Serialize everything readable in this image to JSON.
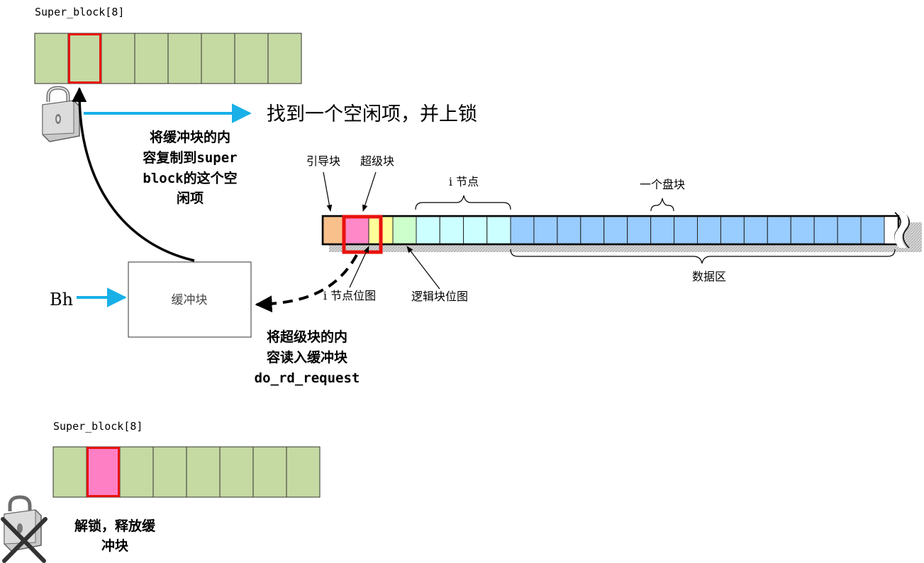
{
  "top_array": {
    "label": "Super_block[8]",
    "slot_count": 8,
    "highlight_index": 1,
    "slot_color": "#c5d9a3",
    "highlight_border": "#e8120e"
  },
  "find_text": "找到一个空闲项，并上锁",
  "copy_text": [
    "将缓冲块的内",
    "容复制到super",
    "block的这个空",
    "闲项"
  ],
  "buffer": {
    "label": "缓冲块",
    "pointer_label": "Bh"
  },
  "read_text": [
    "将超级块的内",
    "容读入缓冲块",
    "do_rd_request"
  ],
  "disk": {
    "labels": {
      "boot": "引导块",
      "super": "超级块",
      "inode": "i 节点",
      "one_block": "一个盘块",
      "inode_bitmap": "i 节点位图",
      "logic_bitmap": "逻辑块位图",
      "data": "数据区"
    },
    "colors": {
      "boot": "#f9c08b",
      "super": "#ff88c8",
      "inode_bitmap": "#ffff99",
      "logic_bitmap": "#ccffcc",
      "inode": "#ccffff",
      "data": "#99ccff"
    },
    "inode_count": 4,
    "data_count": 16
  },
  "bottom_array": {
    "label": "Super_block[8]",
    "slot_count": 8,
    "highlight_index": 1,
    "slot_color": "#c5d9a3",
    "highlight_fill": "#ff7fc5"
  },
  "unlock_text": [
    "解锁，释放缓",
    "冲块"
  ],
  "accent_colors": {
    "arrow": "#19b0e8",
    "frame": "#e8120e"
  }
}
